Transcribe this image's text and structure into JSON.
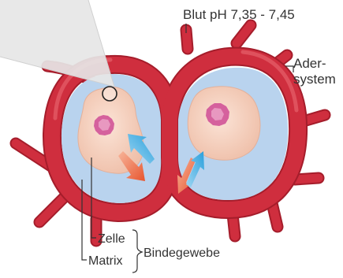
{
  "labels": {
    "blood_ph": "Blut pH 7,35 - 7,45",
    "vessel_line1": "Ader-",
    "vessel_line2": "system",
    "cell": "Zelle",
    "matrix": "Matrix",
    "connective_tissue": "Bindegewebe"
  },
  "colors": {
    "vessel": "#cf2e3e",
    "vessel_highlight": "#e6616b",
    "vessel_shadow": "#a51d2b",
    "matrix_fill": "#b9d3ee",
    "cell_fill": "#f2cbb6",
    "nucleus": "#d5619d",
    "nucleus_light": "#e898c0",
    "arrow_blue": "#2aa0dc",
    "arrow_red": "#e8552e",
    "magnifier": "#e8e8e8"
  },
  "icons": {
    "exchange": "bidirectional-exchange-arrows",
    "magnifier": "magnifier-beam"
  }
}
